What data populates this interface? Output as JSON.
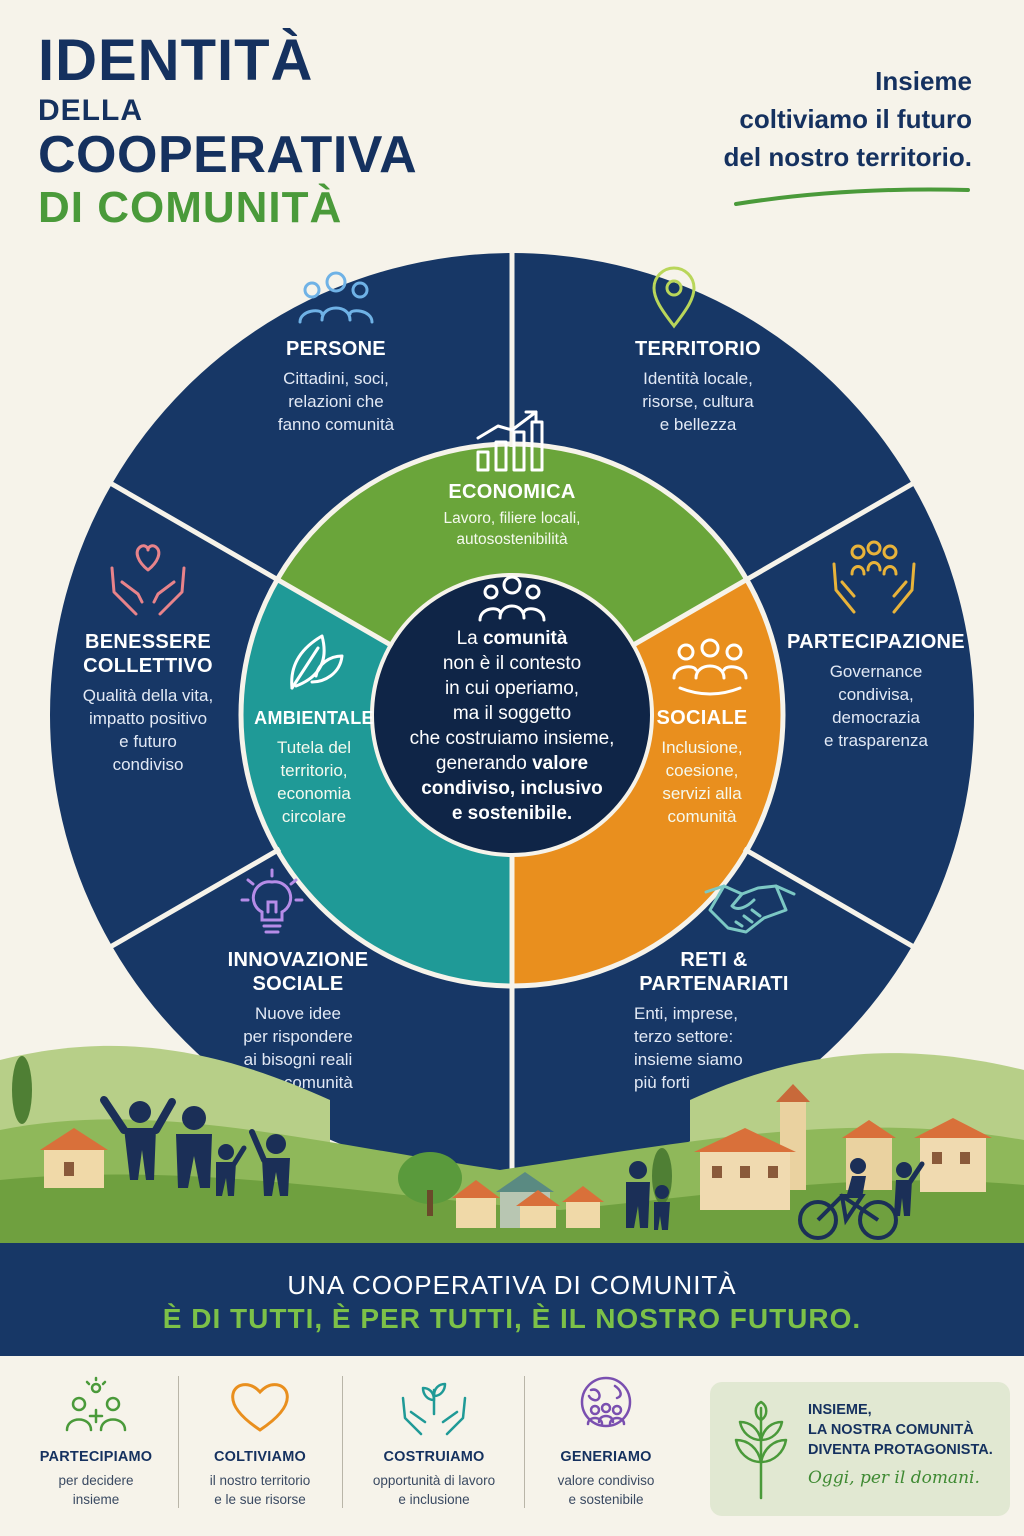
{
  "title": {
    "line1": "IDENTITÀ",
    "line2": "DELLA",
    "line3": "COOPERATIVA",
    "line4": "DI COMUNITÀ"
  },
  "tagline": {
    "line1": "Insieme",
    "line2": "coltiviamo il futuro",
    "line3": "del nostro territorio."
  },
  "outer_segments": {
    "persone": {
      "title": "PERSONE",
      "desc": [
        "Cittadini, soci,",
        "relazioni che",
        "fanno comunità"
      ],
      "icon": "people-group-icon"
    },
    "territorio": {
      "title": "TERRITORIO",
      "desc": [
        "Identità locale,",
        "risorse, cultura",
        "e bellezza"
      ],
      "icon": "location-pin-icon"
    },
    "partecipazione": {
      "title": "PARTECIPAZIONE",
      "desc": [
        "Governance",
        "condivisa,",
        "democrazia",
        "e trasparenza"
      ],
      "icon": "raised-hands-icon"
    },
    "reti": {
      "title_lines": [
        "RETI &",
        "PARTENARIATI"
      ],
      "desc": [
        "Enti, imprese,",
        "terzo settore:",
        "insieme siamo",
        "più forti"
      ],
      "icon": "handshake-icon"
    },
    "innovazione": {
      "title_lines": [
        "INNOVAZIONE",
        "SOCIALE"
      ],
      "desc": [
        "Nuove idee",
        "per rispondere",
        "ai bisogni reali",
        "della comunità"
      ],
      "icon": "lightbulb-icon"
    },
    "benessere": {
      "title_lines": [
        "BENESSERE",
        "COLLETTIVO"
      ],
      "desc": [
        "Qualità della vita,",
        "impatto positivo",
        "e futuro",
        "condiviso"
      ],
      "icon": "heart-hands-icon"
    }
  },
  "inner_segments": {
    "economica": {
      "title": "ECONOMICA",
      "desc": [
        "Lavoro, filiere locali,",
        "autosostenibilità"
      ],
      "icon": "growth-chart-icon"
    },
    "sociale": {
      "title": "SOCIALE",
      "desc": [
        "Inclusione,",
        "coesione,",
        "servizi alla",
        "comunità"
      ],
      "icon": "community-icon"
    },
    "ambientale": {
      "title": "AMBIENTALE",
      "desc": [
        "Tutela del",
        "territorio,",
        "economia",
        "circolare"
      ],
      "icon": "leaf-icon"
    }
  },
  "core": {
    "lines": [
      {
        "pre": "La ",
        "bold": "comunità",
        "post": ""
      },
      {
        "pre": "non è il contesto",
        "bold": "",
        "post": ""
      },
      {
        "pre": "in cui operiamo,",
        "bold": "",
        "post": ""
      },
      {
        "pre": "ma il soggetto",
        "bold": "",
        "post": ""
      },
      {
        "pre": "che costruiamo insieme,",
        "bold": "",
        "post": ""
      },
      {
        "pre": "generando ",
        "bold": "valore",
        "post": ""
      },
      {
        "pre": "",
        "bold": "condiviso, inclusivo",
        "post": ""
      },
      {
        "pre": "",
        "bold": "e sostenibile.",
        "post": ""
      }
    ],
    "icon": "people-group-icon"
  },
  "banner": {
    "line1": "UNA COOPERATIVA DI COMUNITÀ",
    "line2": "È DI TUTTI, È PER TUTTI, È IL NOSTRO FUTURO."
  },
  "footer": {
    "items": [
      {
        "title": "PARTECIPIAMO",
        "desc": [
          "per decidere",
          "insieme"
        ],
        "icon": "participation-icon"
      },
      {
        "title": "COLTIVIAMO",
        "desc": [
          "il nostro territorio",
          "e le sue risorse"
        ],
        "icon": "heart-icon"
      },
      {
        "title": "COSTRUIAMO",
        "desc": [
          "opportunità di lavoro",
          "e inclusione"
        ],
        "icon": "sprout-hands-icon"
      },
      {
        "title": "GENERIAMO",
        "desc": [
          "valore condiviso",
          "e sostenibile"
        ],
        "icon": "globe-people-icon"
      }
    ],
    "card": {
      "lines": [
        "INSIEME,",
        "LA NOSTRA COMUNITÀ",
        "DIVENTA PROTAGONISTA."
      ],
      "slogan": "Oggi, per il domani.",
      "icon": "plant-icon"
    }
  },
  "colors": {
    "navy": "#173766",
    "dark_core": "#0f2547",
    "green": "#6aa53a",
    "teal": "#1f9a97",
    "orange": "#e98f1e",
    "title_green": "#4a9a3a"
  }
}
